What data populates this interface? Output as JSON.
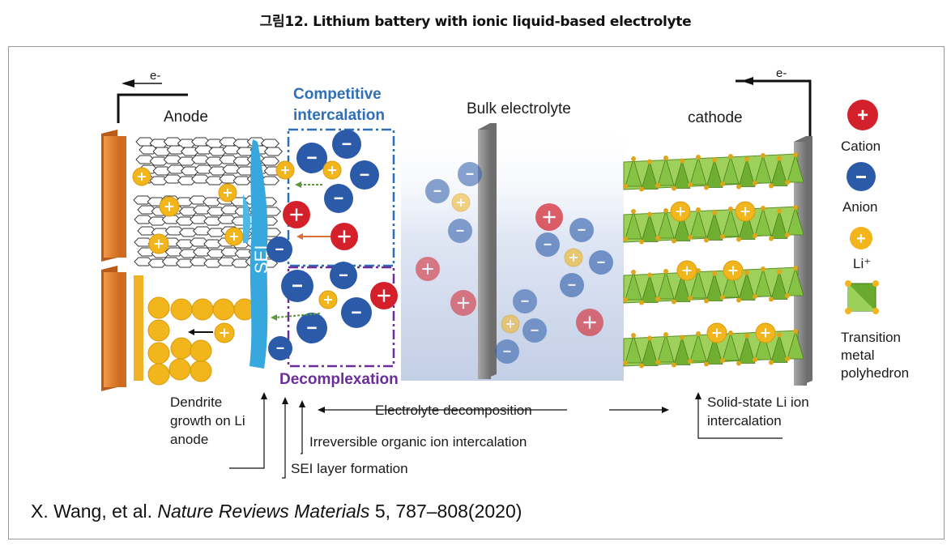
{
  "figure": {
    "caption": "그림12. Lithium battery with ionic liquid-based electrolyte",
    "labels": {
      "electron_left": "e-",
      "electron_right": "e-",
      "anode": "Anode",
      "competitive_line1": "Competitive",
      "competitive_line2": "intercalation",
      "bulk": "Bulk electrolyte",
      "cathode": "cathode",
      "sei": "SEI",
      "decomplexation": "Decomplexation",
      "dendrite_l1": "Dendrite",
      "dendrite_l2": "growth on Li",
      "dendrite_l3": "anode",
      "electrolyte_decomp": "Electrolyte decomposition",
      "irreversible": "Irreversible organic ion intercalation",
      "sei_formation": "SEI layer formation",
      "solid_state_l1": "Solid-state Li ion",
      "solid_state_l2": "intercalation"
    },
    "legend": {
      "cation": "Cation",
      "anion": "Anion",
      "li": "Li⁺",
      "tm_l1": "Transition",
      "tm_l2": "metal",
      "tm_l3": "polyhedron"
    },
    "citation": {
      "authors": "X. Wang, et al.",
      "journal": "Nature Reviews Materials",
      "rest": "5, 787–808(2020)"
    },
    "colors": {
      "cation": "#d4202a",
      "anion": "#2b5aa8",
      "li": "#f2b51c",
      "electrode": "#e07a2a",
      "sei": "#36a8dd",
      "polyhedron": "#8cc24a",
      "competitive_box": "#2e6fb7",
      "decomplexation_box": "#6a2d9a",
      "collector": "#8c8c8c"
    }
  }
}
